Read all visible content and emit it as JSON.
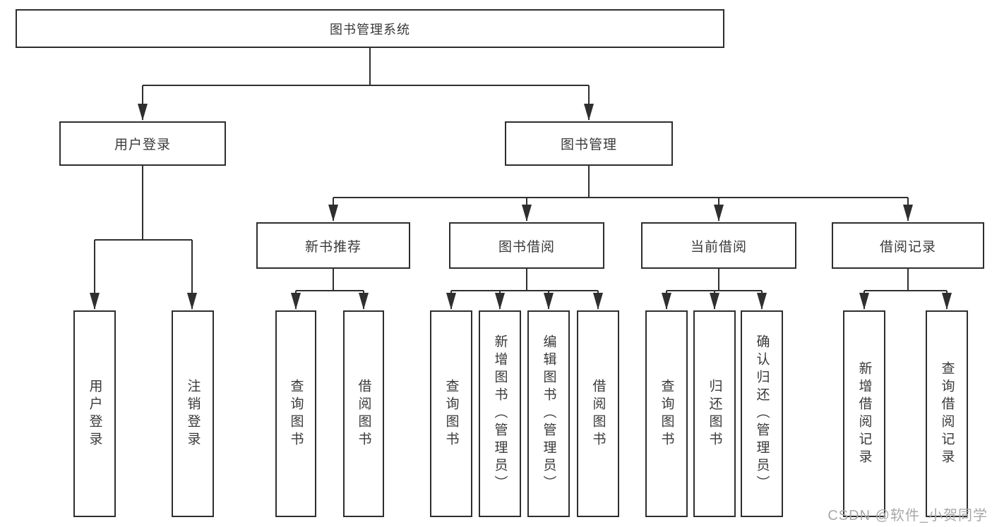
{
  "diagram": {
    "title": "图书管理系统",
    "children": [
      {
        "label": "用户登录",
        "children": [
          {
            "label": "用户登录"
          },
          {
            "label": "注销登录"
          }
        ]
      },
      {
        "label": "图书管理",
        "children": [
          {
            "label": "新书推荐",
            "children": [
              {
                "label": "查询图书"
              },
              {
                "label": "借阅图书"
              }
            ]
          },
          {
            "label": "图书借阅",
            "children": [
              {
                "label": "查询图书"
              },
              {
                "label": "新增图书（管理员）"
              },
              {
                "label": "编辑图书（管理员）"
              },
              {
                "label": "借阅图书"
              }
            ]
          },
          {
            "label": "当前借阅",
            "children": [
              {
                "label": "查询图书"
              },
              {
                "label": "归还图书"
              },
              {
                "label": "确认归还（管理员）"
              }
            ]
          },
          {
            "label": "借阅记录",
            "children": [
              {
                "label": "新增借阅记录"
              },
              {
                "label": "查询借阅记录"
              }
            ]
          }
        ]
      }
    ]
  },
  "watermark": {
    "text": "CSDN @软件_小贺同学"
  },
  "colors": {
    "line": "#2f2f2f",
    "text": "#3a3a3a",
    "watermark": "#a8a8a8",
    "background": "#ffffff"
  }
}
